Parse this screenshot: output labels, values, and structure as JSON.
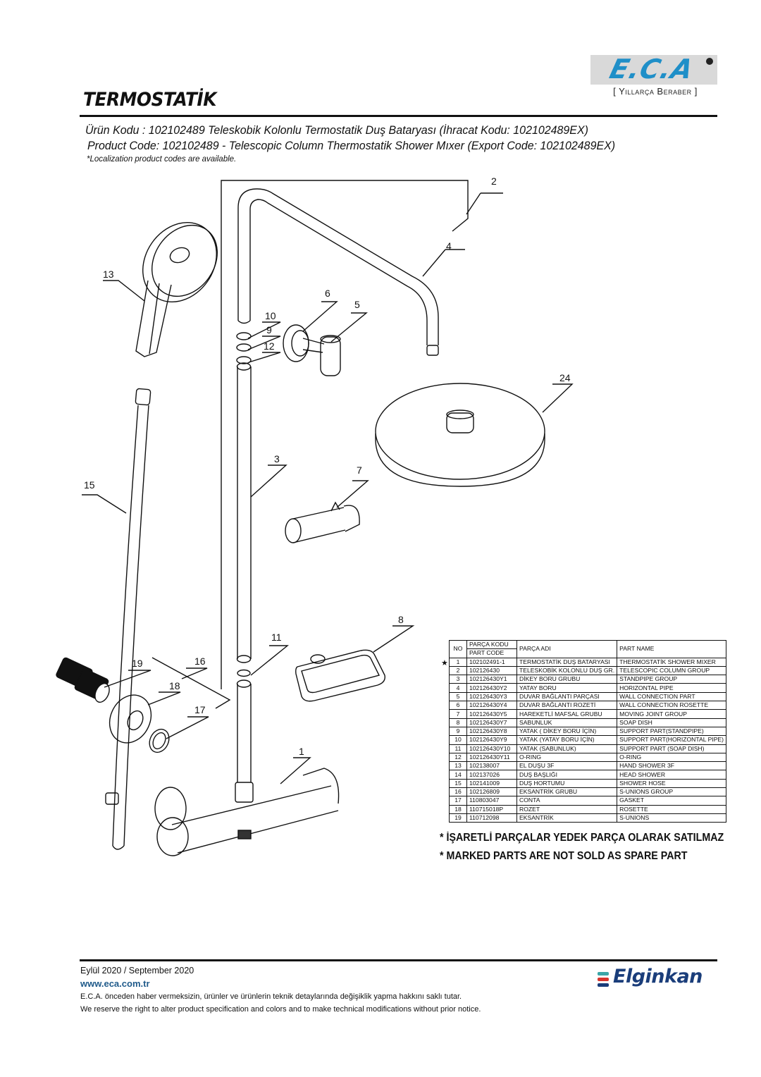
{
  "brand": {
    "logo_text": "E.C.A",
    "tagline": "[ Yıllarça Beraber ]",
    "logo_color": "#1f8fc8"
  },
  "header": {
    "title": "TERMOSTATİK",
    "product_tr": "Ürün Kodu : 102102489 Teleskobik Kolonlu Termostatik Duş Bataryası (İhracat Kodu: 102102489EX)",
    "product_en": "Product Code: 102102489 - Telescopic Column Thermostatik Shower Mıxer (Export Code: 102102489EX)",
    "note": "*Localization product codes are available."
  },
  "diagram": {
    "callouts": [
      "1",
      "2",
      "3",
      "4",
      "5",
      "6",
      "7",
      "8",
      "9",
      "10",
      "11",
      "12",
      "13",
      "15",
      "16",
      "17",
      "18",
      "19",
      "24"
    ]
  },
  "parts_table": {
    "headers": {
      "no": "NO",
      "code_tr": "PARÇA KODU",
      "code_en": "PART CODE",
      "name_tr": "PARÇA ADI",
      "name_en": "PART NAME"
    },
    "marker": "★",
    "rows": [
      {
        "no": "1",
        "code": "102102491-1",
        "tr": "TERMOSTATİK DUŞ BATARYASI",
        "en": "THERMOSTATİK SHOWER MIXER",
        "marked": true
      },
      {
        "no": "2",
        "code": "102126430",
        "tr": "TELESKOBİK KOLONLU DUŞ GR.",
        "en": "TELESCOPIC COLUMN GROUP"
      },
      {
        "no": "3",
        "code": "102126430Y1",
        "tr": "DİKEY BORU GRUBU",
        "en": "STANDPIPE GROUP"
      },
      {
        "no": "4",
        "code": "102126430Y2",
        "tr": "YATAY BORU",
        "en": "HORIZONTAL PIPE"
      },
      {
        "no": "5",
        "code": "102126430Y3",
        "tr": "DUVAR BAĞLANTI PARÇASI",
        "en": "WALL CONNECTION PART"
      },
      {
        "no": "6",
        "code": "102126430Y4",
        "tr": "DUVAR BAĞLANTI ROZETİ",
        "en": "WALL CONNECTION ROSETTE"
      },
      {
        "no": "7",
        "code": "102126430Y5",
        "tr": "HAREKETLİ MAFSAL GRUBU",
        "en": "MOVING JOINT GROUP"
      },
      {
        "no": "8",
        "code": "102126430Y7",
        "tr": "SABUNLUK",
        "en": "SOAP DISH"
      },
      {
        "no": "9",
        "code": "102126430Y8",
        "tr": "YATAK ( DİKEY BORU İÇİN)",
        "en": "SUPPORT PART(STANDPIPE)"
      },
      {
        "no": "10",
        "code": "102126430Y9",
        "tr": "YATAK (YATAY BORU İÇİN)",
        "en": "SUPPORT PART(HORIZONTAL PIPE)"
      },
      {
        "no": "11",
        "code": "102126430Y10",
        "tr": "YATAK (SABUNLUK)",
        "en": "SUPPORT PART (SOAP DISH)"
      },
      {
        "no": "12",
        "code": "102126430Y11",
        "tr": "O-RING",
        "en": "O-RING"
      },
      {
        "no": "13",
        "code": "102138007",
        "tr": "EL DUŞU 3F",
        "en": "HAND SHOWER 3F"
      },
      {
        "no": "14",
        "code": "102137026",
        "tr": "DUŞ BAŞLIĞI",
        "en": "HEAD SHOWER"
      },
      {
        "no": "15",
        "code": "102141009",
        "tr": "DUŞ HORTUMU",
        "en": "SHOWER HOSE"
      },
      {
        "no": "16",
        "code": "102126809",
        "tr": "EKSANTRİK GRUBU",
        "en": "S-UNIONS GROUP"
      },
      {
        "no": "17",
        "code": "110803047",
        "tr": "CONTA",
        "en": "GASKET"
      },
      {
        "no": "18",
        "code": "110715018P",
        "tr": "ROZET",
        "en": "ROSETTE"
      },
      {
        "no": "19",
        "code": "110712098",
        "tr": "EKSANTRİK",
        "en": "S-UNIONS"
      }
    ]
  },
  "warnings": {
    "tr": "* İŞARETLİ PARÇALAR YEDEK PARÇA OLARAK SATILMAZ",
    "en": "* MARKED PARTS ARE NOT SOLD AS SPARE PART"
  },
  "footer": {
    "date": "Eylül 2020 / September 2020",
    "url": "www.eca.com.tr",
    "disclaimer_tr": "E.C.A. önceden haber vermeksizin, ürünler ve ürünlerin teknik detaylarında değişiklik yapma hakkını saklı tutar.",
    "disclaimer_en": "We reserve the right to alter product specification and colors and to make technical modifications without prior notice.",
    "partner_logo": "Elginkan",
    "partner_colors": [
      "#3aa6a8",
      "#d8342c",
      "#1a3d7a"
    ]
  }
}
